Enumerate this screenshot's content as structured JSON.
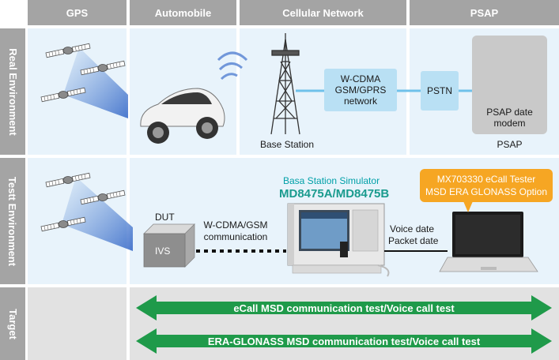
{
  "headers": {
    "gps": "GPS",
    "automobile": "Automobile",
    "cellular": "Cellular Network",
    "psap": "PSAP"
  },
  "rows": {
    "real": "Real Environment",
    "test": "Testt Environment",
    "target": "Target"
  },
  "real_env": {
    "base_station": "Base Station",
    "network_line1": "W-CDMA",
    "network_line2": "GSM/GPRS",
    "network_line3": "network",
    "pstn": "PSTN",
    "psap_modem_line1": "PSAP date",
    "psap_modem_line2": "modem",
    "psap_label": "PSAP"
  },
  "test_env": {
    "dut": "DUT",
    "ivs": "IVS",
    "comm_line1": "W-CDMA/GSM",
    "comm_line2": "communication",
    "simulator_name": "Basa Station Simulator",
    "simulator_model": "MD8475A/MD8475B",
    "voice_date": "Voice date",
    "packet_date": "Packet date",
    "tester_line1": "MX703330 eCall Tester",
    "tester_line2": "MSD ERA GLONASS Option"
  },
  "target": {
    "test1": "eCall MSD communication test/Voice call test",
    "test2": "ERA-GLONASS MSD communication test/Voice call test"
  },
  "colors": {
    "header_gray": "#a4a4a4",
    "cell_blue": "#e8f3fb",
    "network_box": "#b9e0f4",
    "callout_orange": "#f6a623",
    "arrow_green": "#1f9a4a",
    "model_teal": "#1a9b8e"
  }
}
